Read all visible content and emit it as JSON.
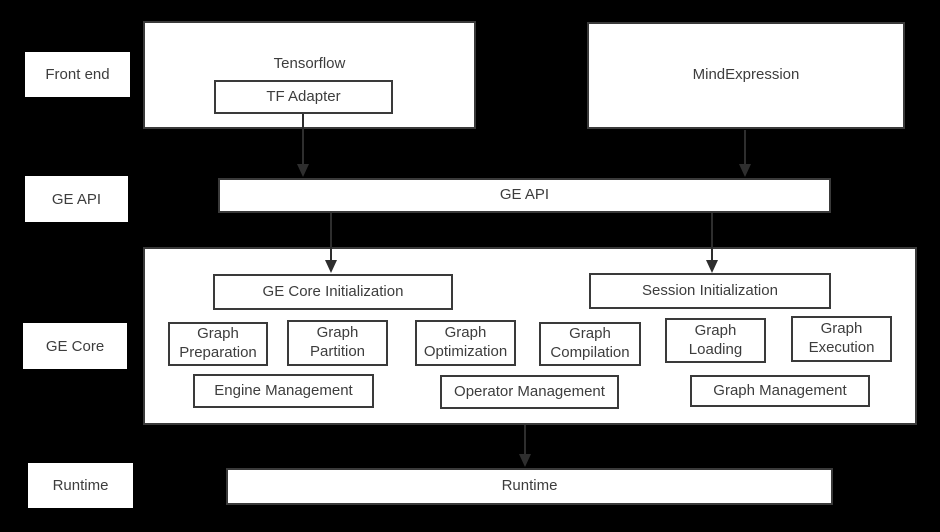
{
  "colors": {
    "bg": "#000000",
    "box-fill": "#ffffff",
    "border": "#3a3a3a",
    "text": "#3d3d3d",
    "arrow": "#2e2e2e"
  },
  "rail": {
    "items": [
      {
        "label": "Front end"
      },
      {
        "label": "GE API"
      },
      {
        "label": "GE Core"
      },
      {
        "label": "Runtime"
      }
    ]
  },
  "frontend": {
    "tensorflow": {
      "label": "Tensorflow",
      "adapter_label": "TF Adapter"
    },
    "mindexpression": {
      "label": "MindExpression"
    }
  },
  "ge_api": {
    "label": "GE API"
  },
  "ge_core": {
    "init_left": "GE Core Initialization",
    "init_right": "Session Initialization",
    "modules": [
      "Graph Preparation",
      "Graph Partition",
      "Graph Optimization",
      "Graph Compilation",
      "Graph Loading",
      "Graph Execution"
    ],
    "managers": [
      "Engine Management",
      "Operator Management",
      "Graph Management"
    ]
  },
  "runtime": {
    "label": "Runtime"
  },
  "connections": [
    {
      "from": "tf-adapter",
      "to": "ge-api-bar"
    },
    {
      "from": "mindexpression-box",
      "to": "ge-api-bar"
    },
    {
      "from": "ge-api-bar",
      "to": "ge-core-initialization"
    },
    {
      "from": "ge-api-bar",
      "to": "session-initialization"
    },
    {
      "from": "ge-core-box",
      "to": "runtime-bar"
    }
  ]
}
